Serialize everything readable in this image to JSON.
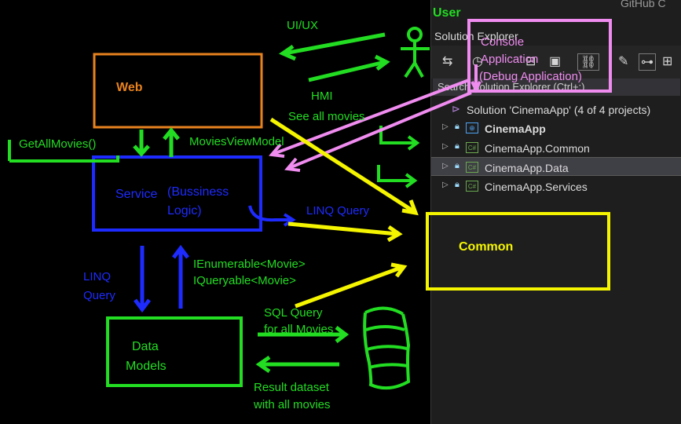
{
  "colors": {
    "green": "#22dd22",
    "orange": "#e8821e",
    "blue": "#1e2bff",
    "yellow": "#f5f500",
    "pink": "#f08cf0",
    "panel": "#1e1e1e"
  },
  "diagram": {
    "web_label": "Web",
    "service_label_1": "Service",
    "service_label_2": "(Bussiness",
    "service_label_3": "Logic)",
    "data_label_1": "Data",
    "data_label_2": "Models",
    "common_label": "Common",
    "user_label": "User",
    "console_1": "Console",
    "console_2": "Application",
    "console_3": "(Debug Application)",
    "uiux": "UI/UX",
    "hmi": "HMI",
    "see_all": "See all movies",
    "get_all": "GetAllMovies()",
    "movies_view_model": "MoviesViewModel",
    "linq_query_right": "LINQ Query",
    "linq_left_1": "LINQ",
    "linq_left_2": "Query",
    "ienumerable": "IEnumerable<Movie>",
    "iqueryable": "IQueryable<Movie>",
    "sql_1": "SQL Query",
    "sql_2": "for all Movies",
    "result_1": "Result dataset",
    "result_2": "with all movies"
  },
  "solution_explorer": {
    "title": "Solution Explorer",
    "search_placeholder": "Search Solution Explorer (Ctrl+;)",
    "solution": "Solution 'CinemaApp' (4 of 4 projects)",
    "projects": [
      "CinemaApp",
      "CinemaApp.Common",
      "CinemaApp.Data",
      "CinemaApp.Services"
    ],
    "github": "GitHub C"
  },
  "icons": {
    "stick_figure": "user-stick-figure-icon",
    "database": "database-cylinder-icon",
    "wrench": "wrench-icon"
  }
}
